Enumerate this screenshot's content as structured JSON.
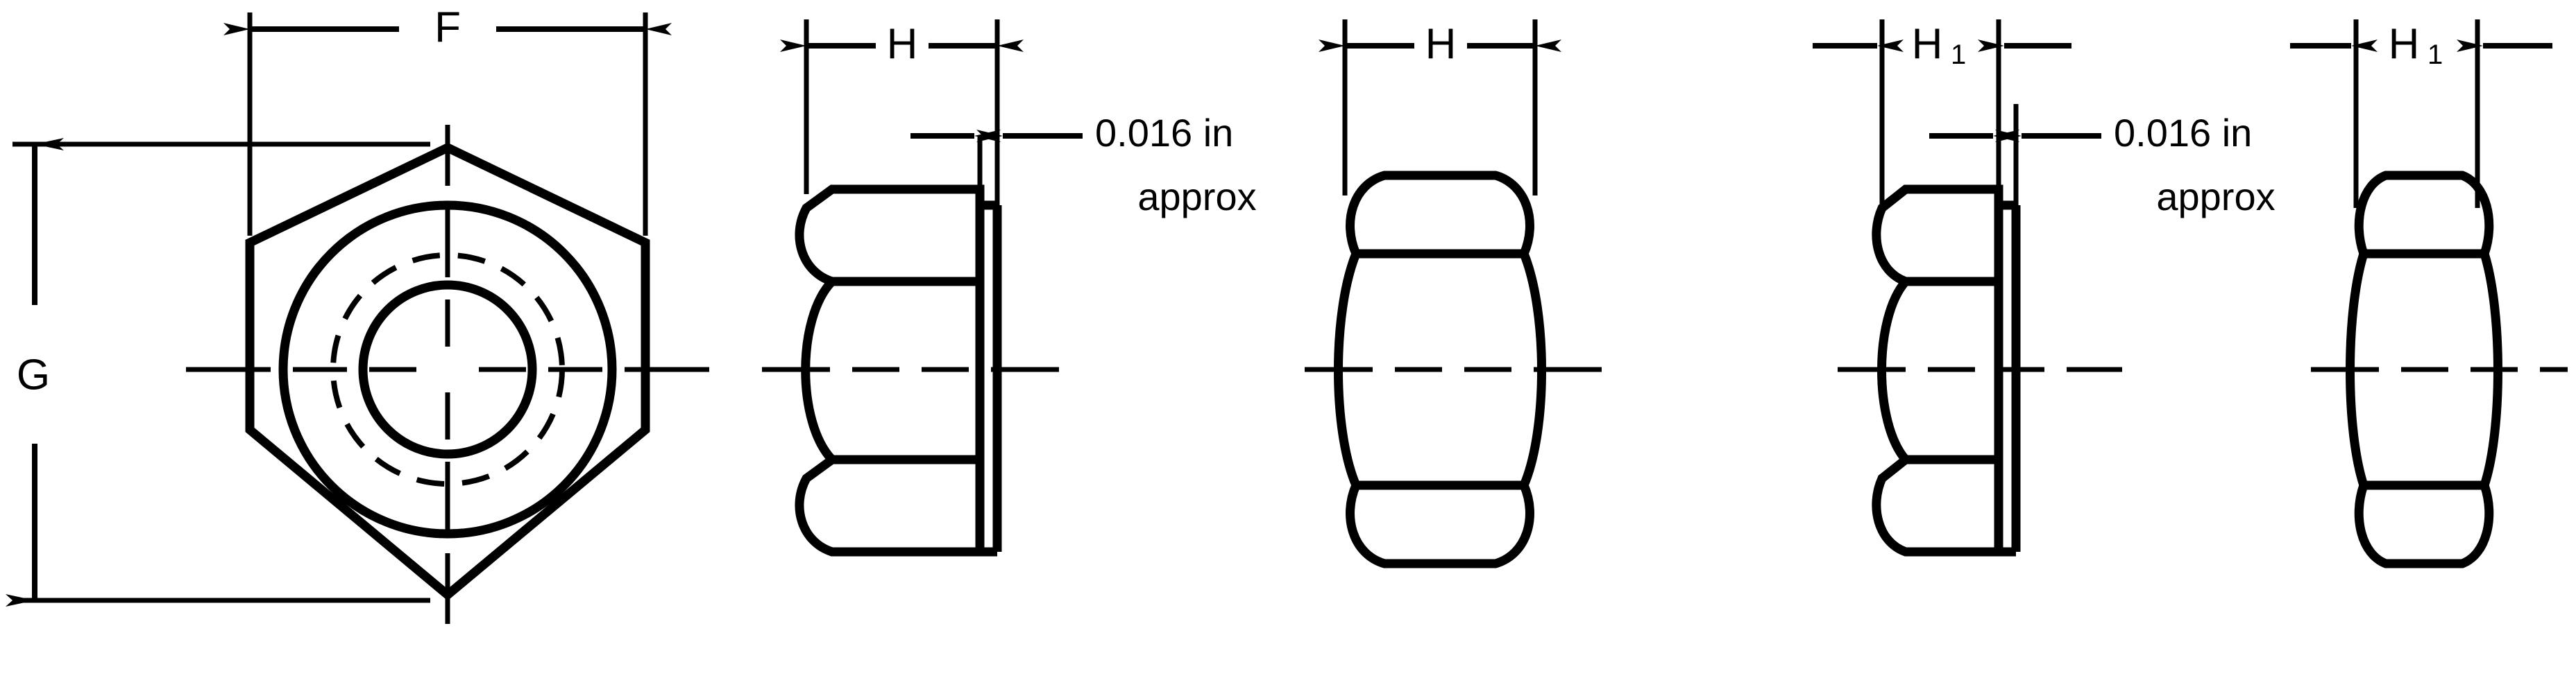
{
  "drawing": {
    "title": "Hex nut dimension drawing",
    "line_color": "#000000",
    "background_color": "#ffffff"
  },
  "dimensions": {
    "width_across_flats": "F",
    "width_across_corners": "G",
    "thickness_regular": "H",
    "thickness_jam": "H",
    "thickness_thin": "H",
    "thickness_thin_sub": "1"
  },
  "labels": {
    "f": "F",
    "g": "G",
    "h_first": "H",
    "h_second": "H",
    "h1_first": "H",
    "h1_first_sub": "1",
    "h1_second": "H",
    "h1_second_sub": "1"
  },
  "notes": [
    {
      "line1": "0.016 in",
      "line2": "approx"
    },
    {
      "line1": "0.016 in",
      "line2": "approx"
    }
  ],
  "views": [
    {
      "name": "top-view-hex-nut",
      "dimension": "F and G"
    },
    {
      "name": "side-view-hex-nut-washer-face",
      "dimension": "H"
    },
    {
      "name": "side-view-hex-nut-chamfered",
      "dimension": "H"
    },
    {
      "name": "side-view-hex-jam-nut-washer-face",
      "dimension": "H1"
    },
    {
      "name": "side-view-hex-jam-nut-chamfered",
      "dimension": "H1"
    }
  ]
}
